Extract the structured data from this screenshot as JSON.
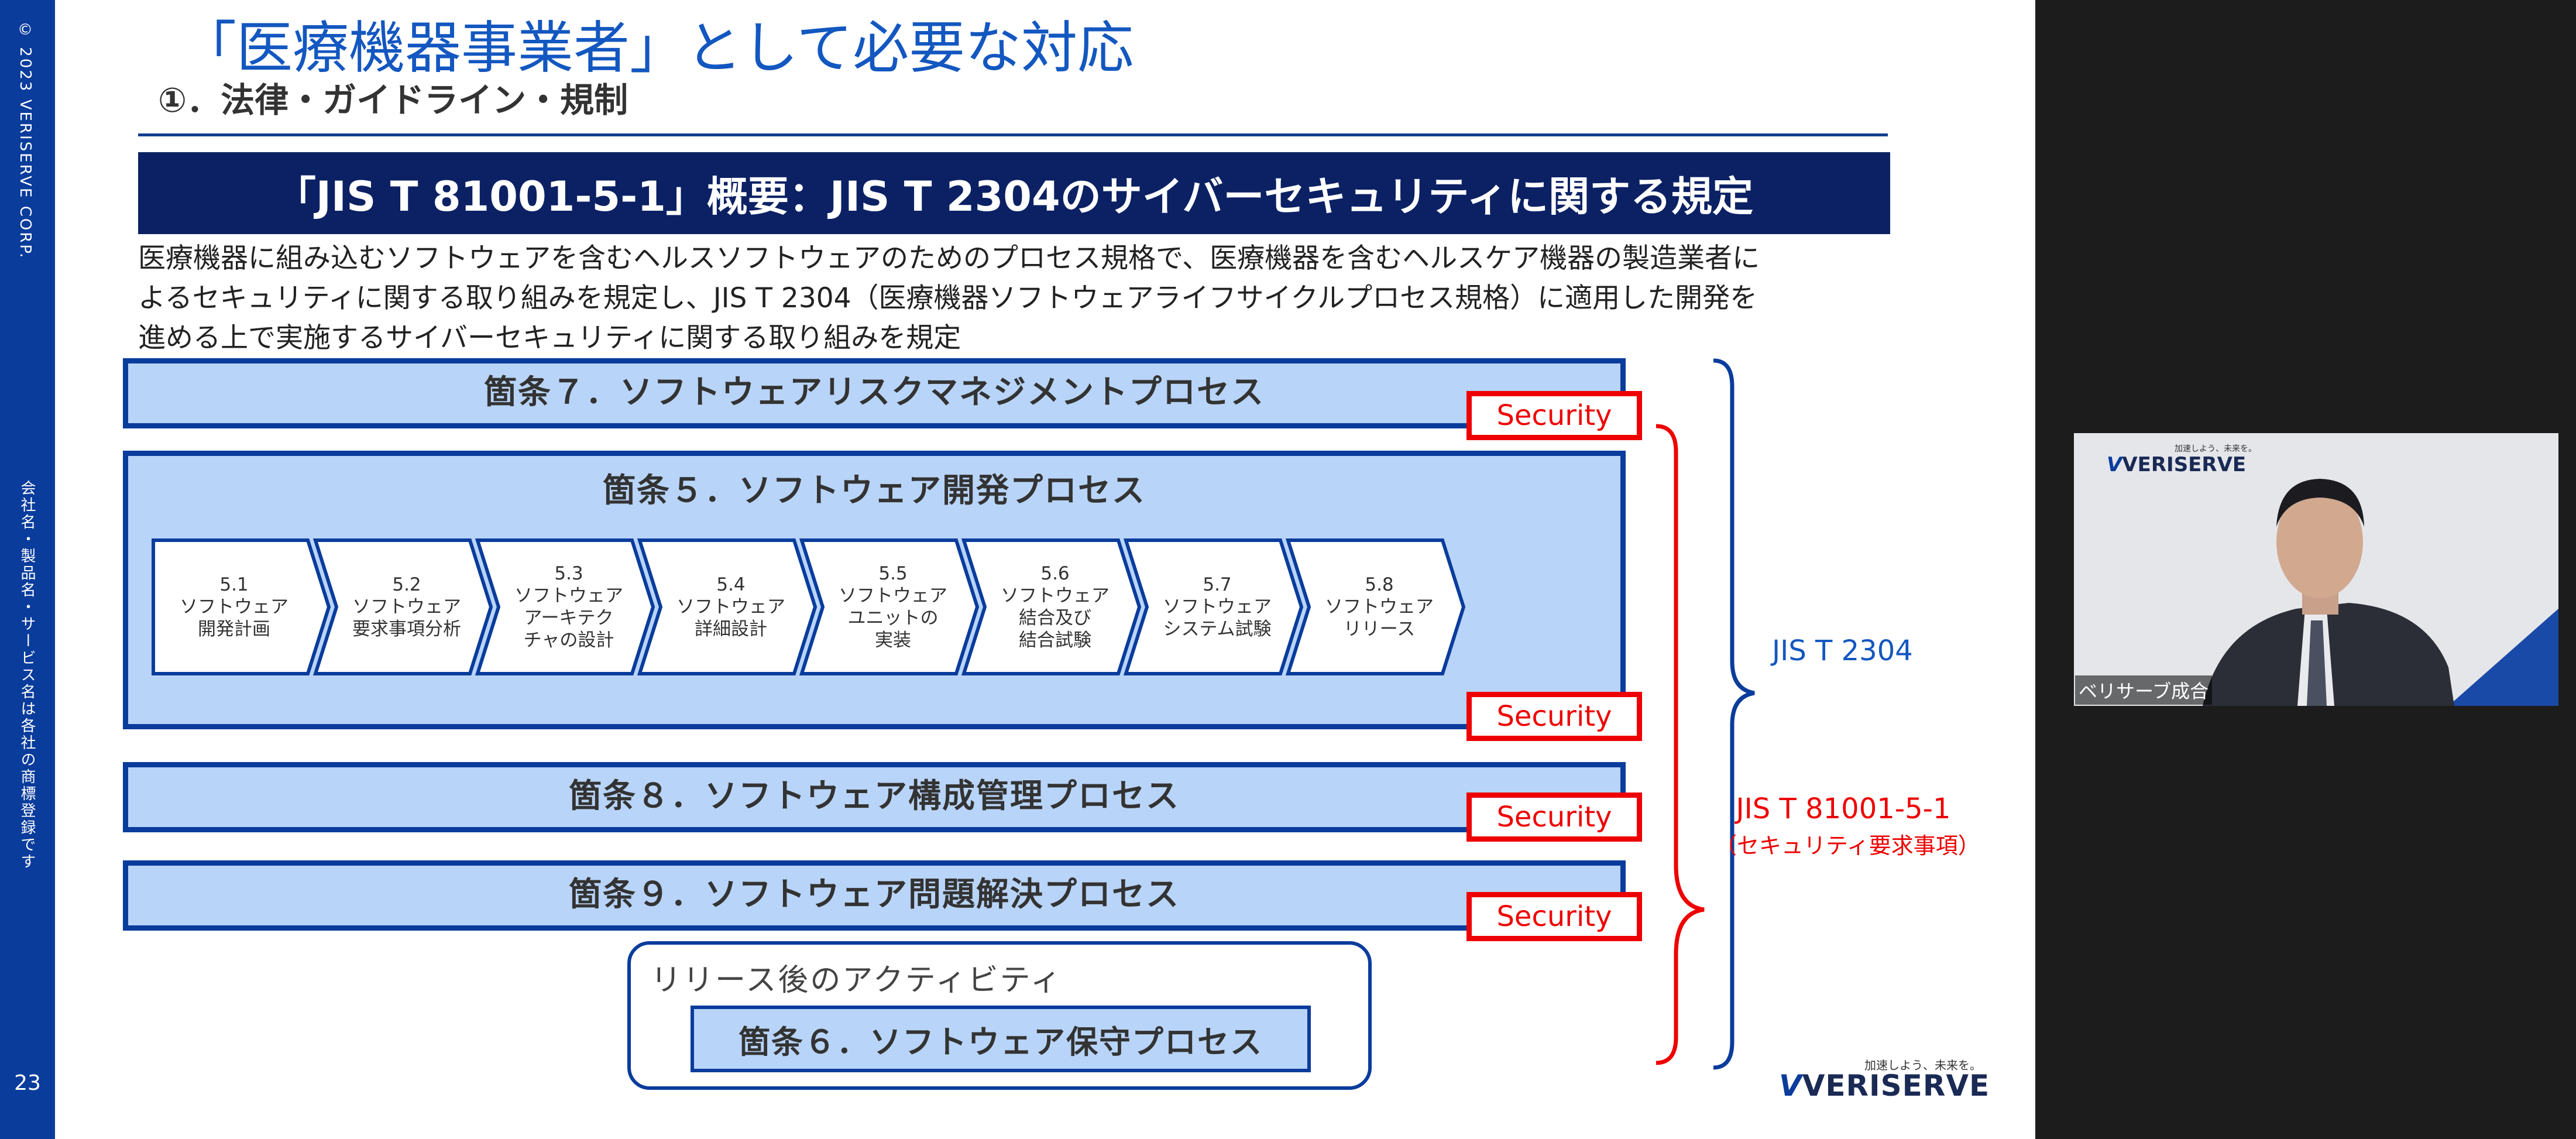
{
  "slide": {
    "left_copyright": "© 2023 VERISERVE CORP.",
    "left_trademark": "会社名・製品名・サービス名は各社の商標登録です",
    "page_number": "23",
    "title": "「医療機器事業者」として必要な対応",
    "subtitle": "①．法律・ガイドライン・規制",
    "banner": "「JIS T 81001-5-1」概要：JIS T 2304のサイバーセキュリティに関する規定",
    "description": [
      "医療機器に組み込むソフトウェアを含むヘルスソフトウェアのためのプロセス規格で、医療機器を含むヘルスケア機器の製造業者に",
      "よるセキュリティに関する取り組みを規定し、JIS T 2304（医療機器ソフトウェアライフサイクルプロセス規格）に適用した開発を",
      "進める上で実施するサイバーセキュリティに関する取り組みを規定"
    ],
    "processes": {
      "p7": "箇条７．ソフトウェアリスクマネジメントプロセス",
      "p5": "箇条５．ソフトウェア開発プロセス",
      "p8": "箇条８．ソフトウェア構成管理プロセス",
      "p9": "箇条９．ソフトウェア問題解決プロセス"
    },
    "steps": [
      {
        "num": "5.1",
        "lines": [
          "ソフトウェア",
          "開発計画"
        ]
      },
      {
        "num": "5.2",
        "lines": [
          "ソフトウェア",
          "要求事項分析"
        ]
      },
      {
        "num": "5.3",
        "lines": [
          "ソフトウェア",
          "アーキテク",
          "チャの設計"
        ]
      },
      {
        "num": "5.4",
        "lines": [
          "ソフトウェア",
          "詳細設計"
        ]
      },
      {
        "num": "5.5",
        "lines": [
          "ソフトウェア",
          "ユニットの",
          "実装"
        ]
      },
      {
        "num": "5.6",
        "lines": [
          "ソフトウェア",
          "結合及び",
          "結合試験"
        ]
      },
      {
        "num": "5.7",
        "lines": [
          "ソフトウェア",
          "システム試験"
        ]
      },
      {
        "num": "5.8",
        "lines": [
          "ソフトウェア",
          "リリース"
        ]
      }
    ],
    "security_label": "Security",
    "post_release_title": "リリース後のアクティビティ",
    "p6": "箇条６．ソフトウェア保守プロセス",
    "jis_2304": "JIS T 2304",
    "jis_81001": "JIS T 81001-5-1",
    "jis_81001_sub": "（セキュリティ要求事項）",
    "logo_tagline": "加速しよう、未来を。",
    "logo_text": "VERISERVE",
    "colors": {
      "navy": "#0b2164",
      "blue": "#0a3c9c",
      "light_blue": "#b8d4f8",
      "title_blue": "#1357c0",
      "security_red": "#ee0000"
    }
  },
  "video": {
    "logo_tagline": "加速しよう、未来を。",
    "logo_text": "VERISERVE",
    "participant_name": "ベリサーブ成合"
  }
}
